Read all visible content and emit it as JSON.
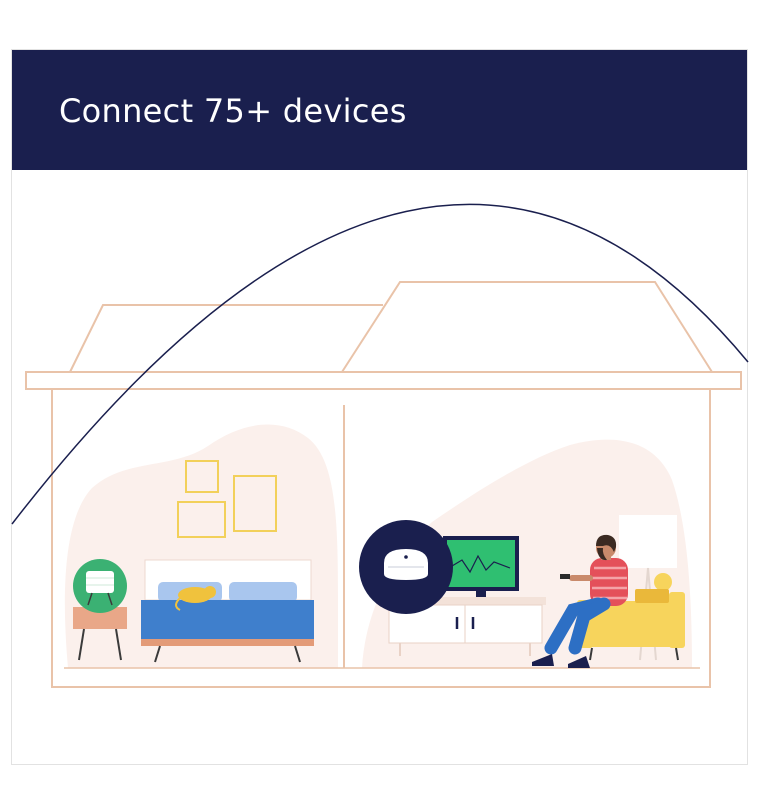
{
  "header": {
    "title": "Connect 75+ devices",
    "background": "#1a1f4e",
    "text_color": "#ffffff"
  },
  "illustration": {
    "icons": [
      "house-outline",
      "wifi-range-arc",
      "mesh-router-icon",
      "bed",
      "sleeping-cat",
      "table-lamp",
      "picture-frames",
      "tv",
      "tv-stand",
      "armchair",
      "person-with-remote",
      "floor-lamp"
    ],
    "colors": {
      "house_outline": "#e9c3a9",
      "blob": "#fbf0ec",
      "arc": "#1a1f4e",
      "router_badge": "#1a1f4e",
      "bed": "#3f7fcc",
      "lamp_badge": "#3bb173",
      "tv": "#2fbf71",
      "frames": "#f2d05a",
      "armchair": "#f7d45c",
      "shirt": "#e4505a",
      "jeans": "#2d6fc4"
    }
  }
}
